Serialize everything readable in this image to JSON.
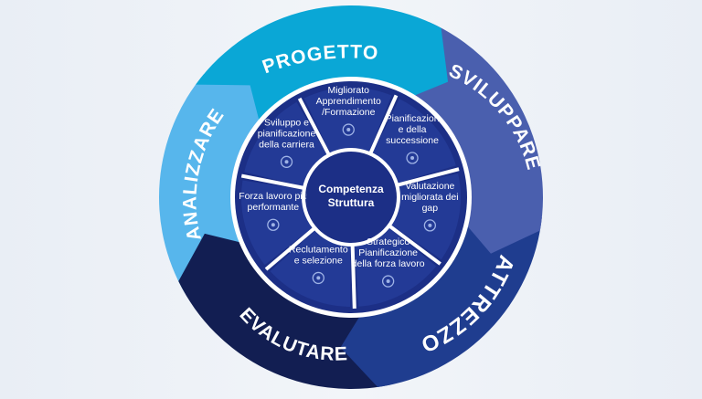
{
  "diagram": {
    "center": {
      "line1": "Competenza",
      "line2": "Struttura"
    },
    "phases": [
      {
        "label": "PROGETTO",
        "color": "#0aa7d6"
      },
      {
        "label": "SVILUPPARE",
        "color": "#4a5fae"
      },
      {
        "label": "ATTREZZO",
        "color": "#1f3d8f"
      },
      {
        "label": "EVALUTARE",
        "color": "#121e52"
      },
      {
        "label": "ANALIZZARE",
        "color": "#57b6ec"
      }
    ],
    "segments": [
      {
        "lines": [
          "Migliorato",
          "Apprendimento",
          "/Formazione"
        ],
        "icon": "laptop-icon"
      },
      {
        "lines": [
          "Pianificazion",
          "e della",
          "successione"
        ],
        "icon": "target-icon"
      },
      {
        "lines": [
          "Valutazione",
          "migliorata dei",
          "gap"
        ],
        "icon": "people-icon"
      },
      {
        "lines": [
          "Strategico",
          "Pianificazione",
          "della forza lavoro"
        ],
        "icon": "gear-icon"
      },
      {
        "lines": [
          "Reclutamento",
          "e selezione"
        ],
        "icon": "magnifier-icon"
      },
      {
        "lines": [
          "Forza lavoro più",
          "performante"
        ],
        "icon": "trophy-icon"
      },
      {
        "lines": [
          "Sviluppo e",
          "pianificazione",
          "della carriera"
        ],
        "icon": "clipboard-icon"
      }
    ],
    "colors": {
      "inner_ring": "#1c2f86",
      "segment_fill": "#233a96",
      "divider": "#ffffff",
      "center": "#1c2f86"
    }
  }
}
